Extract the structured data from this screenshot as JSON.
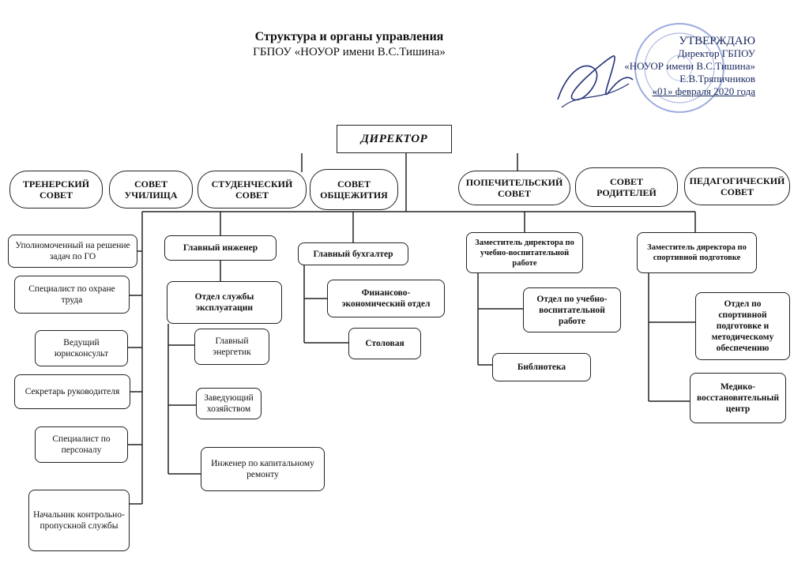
{
  "header": {
    "title": "Структура и органы управления",
    "subtitle": "ГБПОУ «НОУОР имени В.С.Тишина»"
  },
  "approval": {
    "line1": "УТВЕРЖДАЮ",
    "line2": "Директор ГБПОУ",
    "line3": "«НОУОР имени В.С.Тишина»",
    "line4": "Е.В.Тряпичников",
    "line5": "«01» февраля 2020 года",
    "stamp_color": "#3a55b0"
  },
  "director": "ДИРЕКТОР",
  "councils": [
    "ТРЕНЕРСКИЙ СОВЕТ",
    "СОВЕТ УЧИЛИЩА",
    "СТУДЕНЧЕСКИЙ СОВЕТ",
    "СОВЕТ ОБЩЕЖИТИЯ",
    "ПОПЕЧИТЕЛЬСКИЙ СОВЕТ",
    "СОВЕТ РОДИТЕЛЕЙ",
    "ПЕДАГОГИЧЕСКИЙ СОВЕТ"
  ],
  "left_staff": [
    "Уполномоченный на решение задач по ГО",
    "Специалист по охране труда",
    "Ведущий юрисконсульт",
    "Секретарь руководителя",
    "Специалист по персоналу",
    "Начальник контрольно-пропускной службы"
  ],
  "engineer": {
    "head": "Главный инженер",
    "dept": "Отдел службы эксплуатации",
    "subs": [
      "Главный энергетик",
      "Заведующий хозяйством",
      "Инженер по капитальному ремонту"
    ]
  },
  "accountant": {
    "head": "Главный бухгалтер",
    "subs": [
      "Финансово-экономический отдел",
      "Столовая"
    ]
  },
  "deputy_edu": {
    "head": "Заместитель директора по учебно-воспитательной работе",
    "subs": [
      "Отдел по учебно-воспитательной работе",
      "Библиотека"
    ]
  },
  "deputy_sport": {
    "head": "Заместитель директора по спортивной подготовке",
    "subs": [
      "Отдел по спортивной подготовке и методическому обеспечению",
      "Медико-восстановительный центр"
    ]
  }
}
